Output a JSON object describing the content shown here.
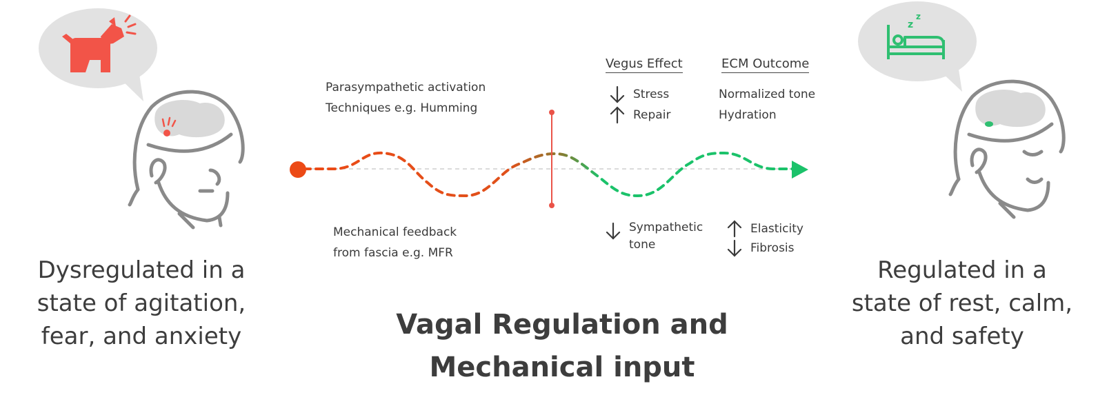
{
  "left_caption": [
    "Dysregulated in a",
    "state of agitation,",
    "fear, and anxiety"
  ],
  "right_caption": [
    "Regulated in a",
    "state of rest, calm,",
    "and safety"
  ],
  "title": [
    "Vagal Regulation and",
    "Mechanical input"
  ],
  "parasympathetic": [
    "Parasympathetic activation",
    "Techniques e.g. Humming"
  ],
  "mechanical": [
    "Mechanical feedback",
    "from fascia e.g. MFR"
  ],
  "vegus_effect": {
    "heading": "Vegus Effect",
    "items": [
      {
        "direction": "down",
        "label": "Stress"
      },
      {
        "direction": "up",
        "label": "Repair"
      }
    ],
    "lower": {
      "direction": "down",
      "lines": [
        "Sympathetic",
        "tone"
      ]
    }
  },
  "ecm_outcome": {
    "heading": "ECM Outcome",
    "items": [
      "Normalized tone",
      "Hydration"
    ],
    "lower": [
      {
        "direction": "up",
        "label": "Elasticity"
      },
      {
        "direction": "down",
        "label": "Fibrosis"
      }
    ]
  },
  "colors": {
    "agitated": "#f25448",
    "calm": "#2fbf71",
    "line_red": "#ec4a16",
    "line_green": "#1bc26a",
    "divider": "#ea5348",
    "bubble": "#e2e2e2",
    "head": "#8a8a8a"
  }
}
